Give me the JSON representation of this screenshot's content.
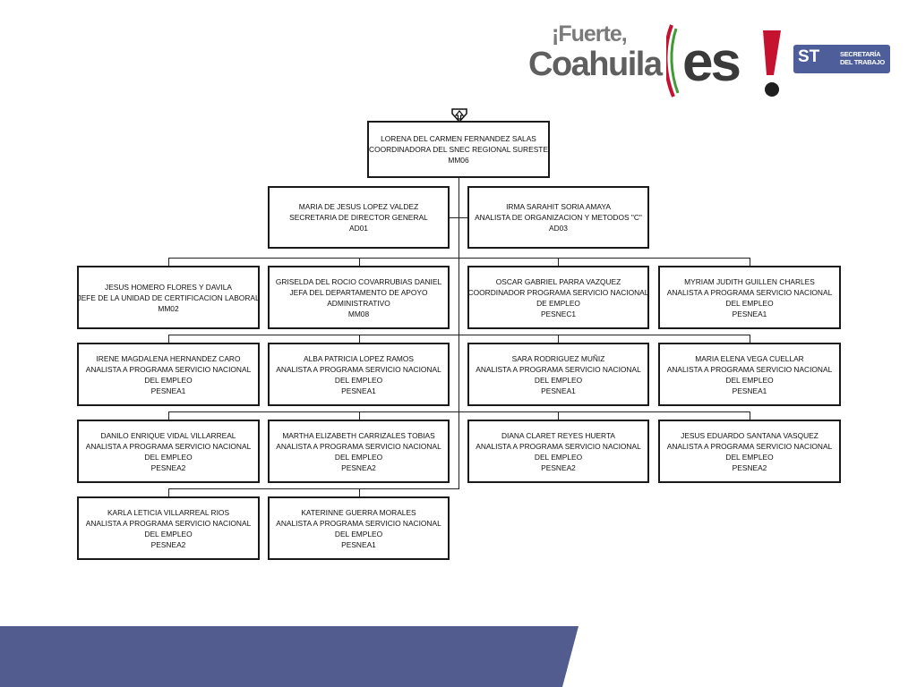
{
  "header": {
    "logo_fuerte_line1": "¡Fuerte,",
    "logo_fuerte_line2": "Coahuila",
    "logo_es_text": "es",
    "logo_st_abbrev": "ST",
    "logo_st_line1": "SECRETARÍA",
    "logo_st_line2": "DEL TRABAJO"
  },
  "colors": {
    "band": "#525c8e",
    "st_badge": "#4d5e9a",
    "es_red": "#c4122f",
    "es_dark": "#3a3a3a",
    "es_green": "#3f9b35"
  },
  "org": {
    "root": {
      "name": "LORENA DEL CARMEN FERNANDEZ SALAS",
      "title": "COORDINADORA DEL SNEC REGIONAL SURESTE",
      "code": "MM06"
    },
    "staff": [
      {
        "name": "MARIA DE JESUS LOPEZ VALDEZ",
        "title": "SECRETARIA  DE DIRECTOR GENERAL",
        "code": "AD01"
      },
      {
        "name": "IRMA SARAHIT  SORIA AMAYA",
        "title": "ANALISTA DE ORGANIZACION Y METODOS \"C\"",
        "code": "AD03"
      }
    ],
    "row1": [
      {
        "name": "JESUS HOMERO FLORES Y DAVILA",
        "title": "JEFE DE LA UNIDAD DE CERTIFICACION LABORAL",
        "title2": "",
        "code": "MM02"
      },
      {
        "name": "GRISELDA DEL ROCIO COVARRUBIAS DANIEL",
        "title": "JEFA DEL DEPARTAMENTO DE APOYO",
        "title2": "ADMINISTRATIVO",
        "code": "MM08"
      },
      {
        "name": "OSCAR GABRIEL PARRA VAZQUEZ",
        "title": "COORDINADOR PROGRAMA SERVICIO NACIONAL",
        "title2": "DE EMPLEO",
        "code": "PESNEC1"
      },
      {
        "name": "MYRIAM JUDITH GUILLEN CHARLES",
        "title": "ANALISTA A PROGRAMA SERVICIO NACIONAL",
        "title2": "DEL EMPLEO",
        "code": "PESNEA1"
      }
    ],
    "row2": [
      {
        "name": "IRENE MAGDALENA HERNANDEZ CARO",
        "title": "ANALISTA A PROGRAMA SERVICIO NACIONAL",
        "title2": "DEL EMPLEO",
        "code": "PESNEA1"
      },
      {
        "name": "ALBA PATRICIA LOPEZ RAMOS",
        "title": "ANALISTA A PROGRAMA SERVICIO NACIONAL",
        "title2": "DEL EMPLEO",
        "code": "PESNEA1"
      },
      {
        "name": "SARA RODRIGUEZ MUÑIZ",
        "title": "ANALISTA A PROGRAMA SERVICIO NACIONAL",
        "title2": "DEL EMPLEO",
        "code": "PESNEA1"
      },
      {
        "name": "MARIA ELENA VEGA CUELLAR",
        "title": "ANALISTA A PROGRAMA SERVICIO NACIONAL",
        "title2": "DEL EMPLEO",
        "code": "PESNEA1"
      }
    ],
    "row3": [
      {
        "name": "DANILO ENRIQUE VIDAL VILLARREAL",
        "title": "ANALISTA A PROGRAMA SERVICIO NACIONAL",
        "title2": "DEL EMPLEO",
        "code": "PESNEA2"
      },
      {
        "name": "MARTHA ELIZABETH CARRIZALES TOBIAS",
        "title": "ANALISTA A PROGRAMA SERVICIO NACIONAL",
        "title2": "DEL EMPLEO",
        "code": "PESNEA2"
      },
      {
        "name": "DIANA CLARET REYES HUERTA",
        "title": "ANALISTA A PROGRAMA SERVICIO NACIONAL",
        "title2": "DEL EMPLEO",
        "code": "PESNEA2"
      },
      {
        "name": "JESUS EDUARDO SANTANA VASQUEZ",
        "title": "ANALISTA A PROGRAMA SERVICIO NACIONAL",
        "title2": "DEL EMPLEO",
        "code": "PESNEA2"
      }
    ],
    "row4": [
      {
        "name": "KARLA LETICIA VILLARREAL RIOS",
        "title": "ANALISTA A PROGRAMA SERVICIO NACIONAL",
        "title2": "DEL EMPLEO",
        "code": "PESNEA2"
      },
      {
        "name": "KATERINNE GUERRA MORALES",
        "title": "ANALISTA A PROGRAMA SERVICIO NACIONAL",
        "title2": "DEL EMPLEO",
        "code": "PESNEA1"
      }
    ]
  }
}
